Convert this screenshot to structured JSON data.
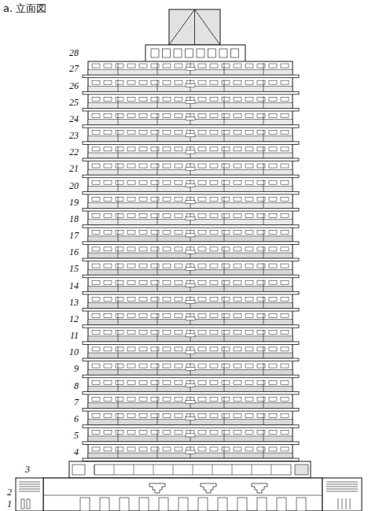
{
  "diagram": {
    "title": "a. 立面図",
    "labels": [
      "28",
      "27",
      "26",
      "25",
      "24",
      "23",
      "22",
      "21",
      "20",
      "19",
      "18",
      "17",
      "16",
      "15",
      "14",
      "13",
      "12",
      "11",
      "10",
      "9",
      "8",
      "7",
      "6",
      "5",
      "4",
      "3",
      "2",
      "1"
    ]
  }
}
